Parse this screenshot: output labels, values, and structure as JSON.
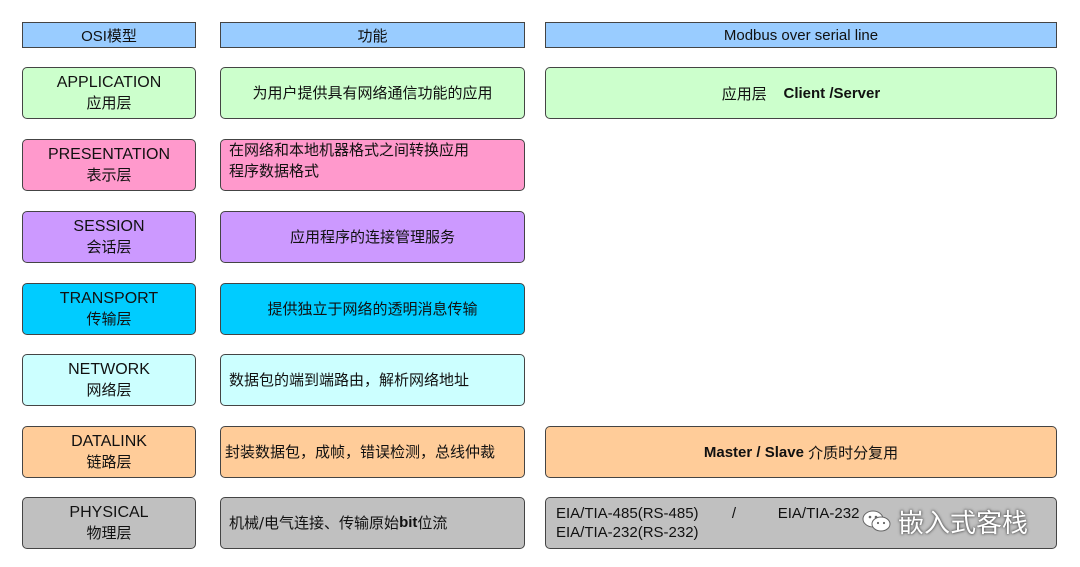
{
  "headers": {
    "osi": "OSI模型",
    "function": "功能",
    "modbus": "Modbus over serial line"
  },
  "colors": {
    "header": "#99ccff",
    "application": "#ccffcc",
    "presentation": "#ff99cc",
    "session": "#cc99ff",
    "transport": "#00ccff",
    "network": "#ccffff",
    "datalink": "#ffcc99",
    "physical": "#c0c0c0"
  },
  "layers": [
    {
      "en": "APPLICATION",
      "cn": "应用层",
      "func": "为用户提供具有网络通信功能的应用"
    },
    {
      "en": "PRESENTATION",
      "cn": "表示层",
      "func_l1": "在网络和本地机器格式之间转换应用",
      "func_l2": "程序数据格式"
    },
    {
      "en": "SESSION",
      "cn": "会话层",
      "func": "应用程序的连接管理服务"
    },
    {
      "en": "TRANSPORT",
      "cn": "传输层",
      "func": "提供独立于网络的透明消息传输"
    },
    {
      "en": "NETWORK",
      "cn": "网络层",
      "func": "数据包的端到端路由，解析网络地址"
    },
    {
      "en": "DATALINK",
      "cn": "链路层",
      "func": "封装数据包，成帧，错误检测，总线仲裁"
    },
    {
      "en": "PHYSICAL",
      "cn": "物理层",
      "func_a": "机械/电气连接、传输原始",
      "func_b": "bit",
      "func_c": "位流"
    }
  ],
  "modbus": {
    "application_cn": "应用层",
    "application_en": "Client /Server",
    "datalink_en": "Master / Slave",
    "datalink_cn": "介质时分复用",
    "physical_l1": "EIA/TIA-485(RS-485)        /          EIA/TIA-232",
    "physical_l2": "EIA/TIA-232(RS-232)"
  },
  "watermark": {
    "icon": "wechat-icon",
    "text": "嵌入式客栈"
  }
}
